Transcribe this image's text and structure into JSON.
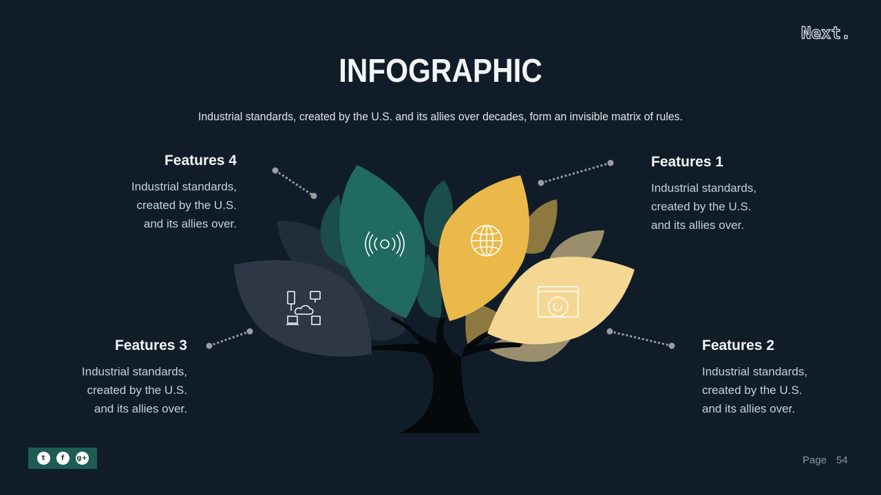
{
  "brand": {
    "logo_text": "Next."
  },
  "header": {
    "title": "INFOGRAPHIC",
    "subtitle": "Industrial standards, created by the U.S. and its allies over decades, form an invisible matrix of rules."
  },
  "features": [
    {
      "id": 1,
      "title": "Features 1",
      "text": "Industrial standards,\ncreated by the U.S.\nand its allies over.",
      "icon": "globe-icon",
      "leaf_color": "#ebb94a"
    },
    {
      "id": 2,
      "title": "Features 2",
      "text": "Industrial standards,\ncreated by the U.S.\nand its allies over.",
      "icon": "browser-gear-icon",
      "leaf_color": "#f5d794"
    },
    {
      "id": 3,
      "title": "Features 3",
      "text": "Industrial standards,\ncreated by the U.S.\nand its allies over.",
      "icon": "cloud-network-icon",
      "leaf_color": "#2d3746"
    },
    {
      "id": 4,
      "title": "Features 4",
      "text": "Industrial standards,\ncreated by the U.S.\nand its allies over.",
      "icon": "broadcast-signal-icon",
      "leaf_color": "#216a61"
    }
  ],
  "colors": {
    "background": "#101d29",
    "teal": "#216a61",
    "dark_teal": "#1a4a47",
    "gold": "#ebb94a",
    "pale_gold": "#f5d794",
    "olive": "#8d7840",
    "khaki": "#9a8e6c",
    "slate": "#2d3746",
    "trunk": "#05090c",
    "connector": "#9a9da0",
    "social_bg": "#1e5b53"
  },
  "footer": {
    "social": [
      {
        "name": "tumblr",
        "glyph": "t"
      },
      {
        "name": "facebook",
        "glyph": "f"
      },
      {
        "name": "google-plus",
        "glyph": "g+"
      }
    ],
    "page_label": "Page",
    "page_number": "54"
  }
}
